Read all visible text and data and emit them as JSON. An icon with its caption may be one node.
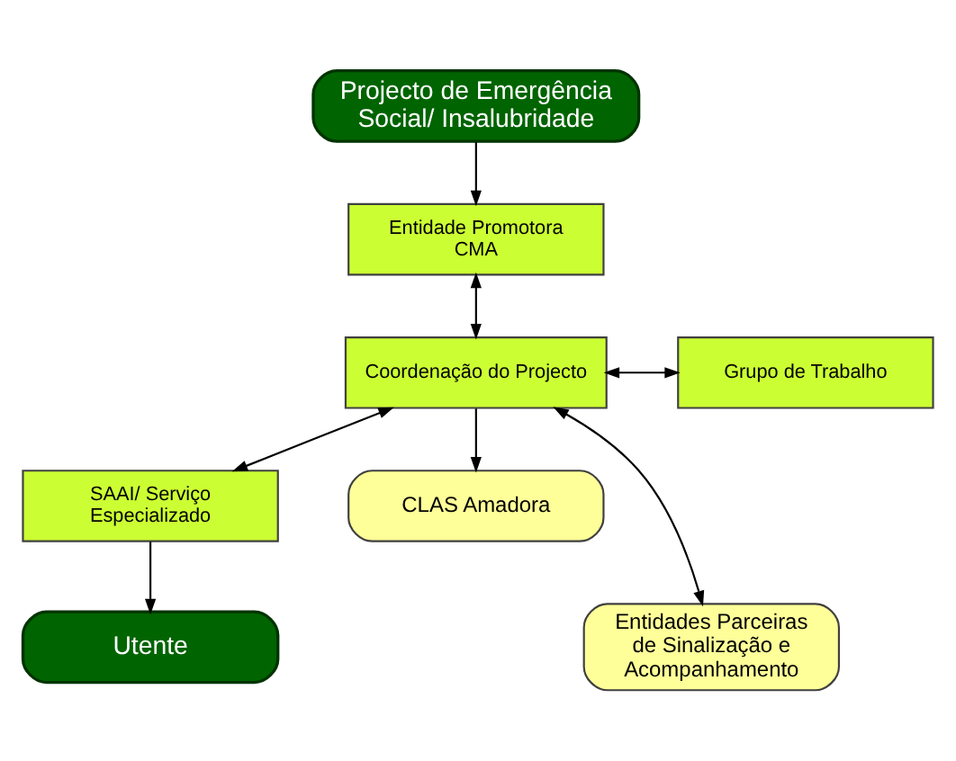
{
  "diagram": {
    "nodes": [
      {
        "text": [
          "Projecto de Emergência Social/ Insalubridade"
        ]
      },
      {
        "text": [
          "Entidade Promotora CMA"
        ]
      },
      {
        "text": [
          "Coordenação do Projecto"
        ]
      },
      {
        "text": [
          "Grupo de Trabalho"
        ]
      },
      {
        "text": [
          "SAAI/ Serviço Especializado"
        ]
      },
      {
        "text": [
          "CLAS Amadora"
        ]
      },
      {
        "text": [
          "Entidades Parceiras de Sinalização e Acompanhamento"
        ]
      },
      {
        "text": [
          "Utente"
        ]
      }
    ],
    "edges": [
      {
        "from": 0,
        "to": 1,
        "arrow": "to"
      },
      {
        "from": 1,
        "to": 2,
        "arrow": "both"
      },
      {
        "from": 2,
        "to": 3,
        "arrow": "both"
      },
      {
        "from": 2,
        "to": 4,
        "arrow": "both"
      },
      {
        "from": 2,
        "to": 5,
        "arrow": "to"
      },
      {
        "from": 2,
        "to": 6,
        "arrow": "both"
      },
      {
        "from": 4,
        "to": 7,
        "arrow": "to"
      }
    ]
  }
}
